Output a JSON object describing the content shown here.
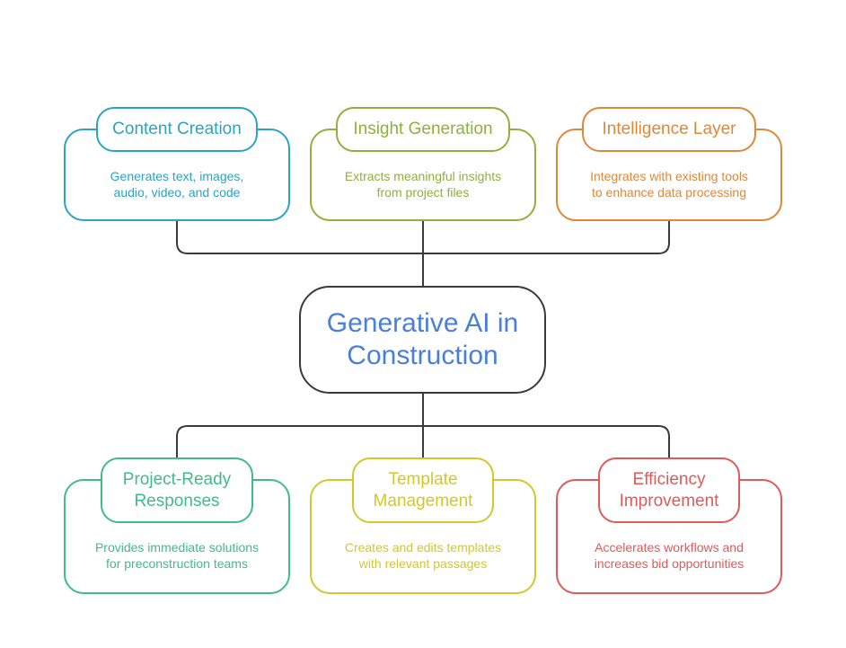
{
  "center": {
    "label": "Generative AI in\nConstruction",
    "color": "#4a7fd8"
  },
  "nodes": [
    {
      "title": "Content Creation",
      "description": "Generates text, images,\naudio, video, and code",
      "color": "#2aa4c5"
    },
    {
      "title": "Insight Generation",
      "description": "Extracts meaningful insights\nfrom project files",
      "color": "#8fb13d"
    },
    {
      "title": "Intelligence Layer",
      "description": "Integrates with existing tools\nto enhance data processing",
      "color": "#e0873a"
    },
    {
      "title": "Project-Ready\nResponses",
      "description": "Provides immediate solutions\nfor preconstruction teams",
      "color": "#3fbc87"
    },
    {
      "title": "Template\nManagement",
      "description": "Creates and edits templates\nwith relevant passages",
      "color": "#d4c72c"
    },
    {
      "title": "Efficiency\nImprovement",
      "description": "Accelerates workflows and\nincreases bid opportunities",
      "color": "#e05a5a"
    }
  ]
}
